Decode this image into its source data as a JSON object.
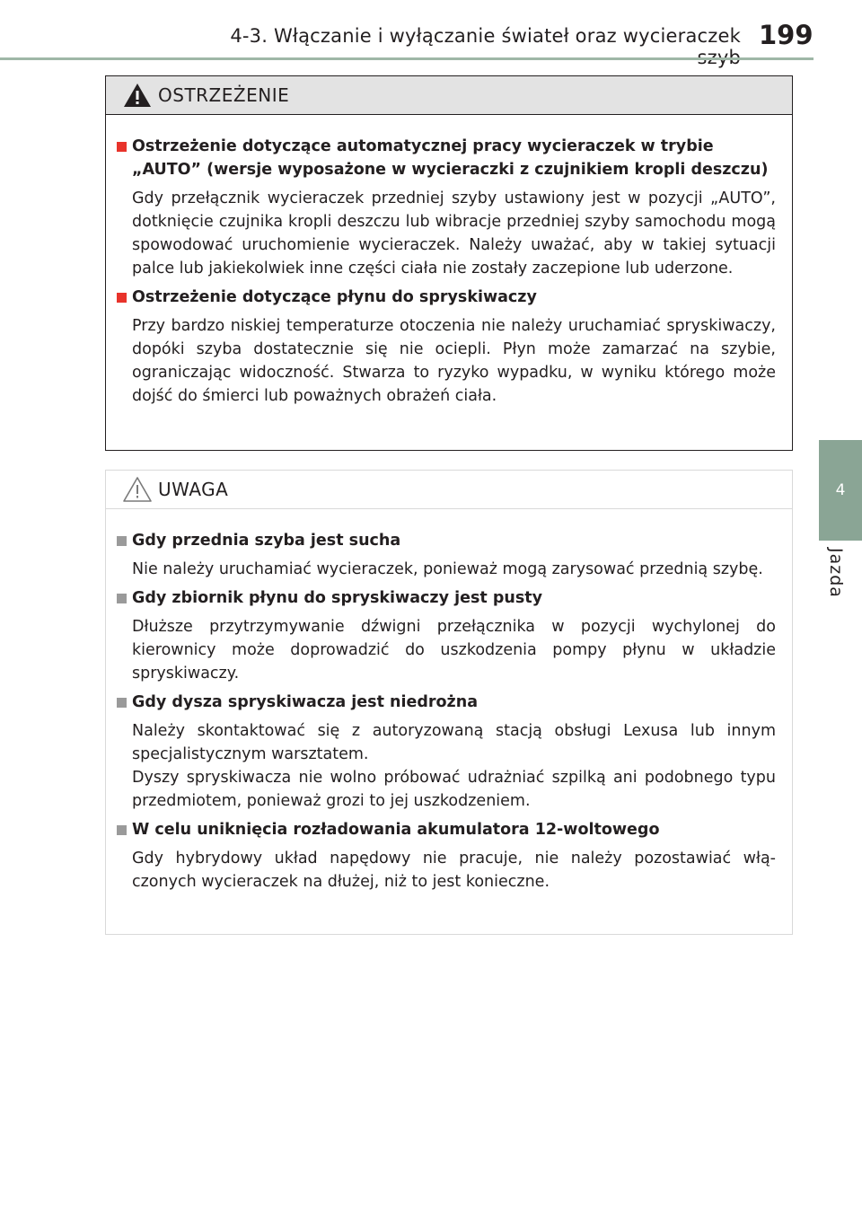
{
  "header": {
    "title": "4-3. Włączanie i wyłączanie świateł oraz wycieraczek szyb",
    "page_number": "199"
  },
  "side_tab": {
    "chapter_number": "4",
    "chapter_label": "Jazda"
  },
  "warning_box": {
    "title": "OSTRZEŻENIE",
    "items": [
      {
        "heading": "Ostrzeżenie dotyczące automatycznej pracy wycieraczek w trybie „AUTO” (wersje wyposażone w wycieraczki z czujnikiem kropli deszczu)",
        "text": "Gdy przełącznik wycieraczek przedniej szyby ustawiony jest w pozycji „AUTO”, dotknięcie czujnika kropli deszczu lub wibracje przedniej szyby samochodu mogą spowodować uruchomienie wycieraczek. Należy uważać, aby w takiej sytuacji palce lub jakiekolwiek inne części ciała nie zostały zaczepione lub uderzone."
      },
      {
        "heading": "Ostrzeżenie dotyczące płynu do spryskiwaczy",
        "text": "Przy bardzo niskiej temperaturze otoczenia nie należy uruchamiać spryskiwaczy, dopóki szyba dostatecznie się nie ociepli. Płyn może zamarzać na szybie, ograniczając widoczność. Stwarza to ryzyko wypadku, w wyniku którego może dojść do śmierci lub poważnych obrażeń ciała."
      }
    ]
  },
  "notice_box": {
    "title": "UWAGA",
    "items": [
      {
        "heading": "Gdy przednia szyba jest sucha",
        "text": "Nie należy uruchamiać wycieraczek, ponieważ mogą zarysować przednią szybę."
      },
      {
        "heading": "Gdy zbiornik płynu do spryskiwaczy jest pusty",
        "text": "Dłuższe przytrzymywanie dźwigni przełącznika w pozycji wychylonej do kierownicy może doprowadzić do uszkodzenia pompy płynu w układzie spryskiwaczy."
      },
      {
        "heading": "Gdy dysza spryskiwacza jest niedrożna",
        "text": "Należy skontaktować się z autoryzowaną stacją obsługi Lexusa lub innym specjalistycznym warsztatem.",
        "text2": "Dyszy spryskiwacza nie wolno próbować udrażniać szpilką ani podobnego typu przedmiotem, ponieważ grozi to jej uszkodzeniem."
      },
      {
        "heading": "W celu uniknięcia rozładowania akumulatora 12-woltowego",
        "text": "Gdy hybrydowy układ napędowy nie pracuje, nie należy pozostawiać włą- czonych wycieraczek na dłużej, niż to jest konieczne."
      }
    ]
  },
  "colors": {
    "header_rule": "#9fb7a7",
    "side_tab": "#8aa595",
    "warning_bullet": "#e8332b",
    "notice_bullet": "#9a9a9a",
    "warning_header_bg": "#e3e3e3"
  }
}
